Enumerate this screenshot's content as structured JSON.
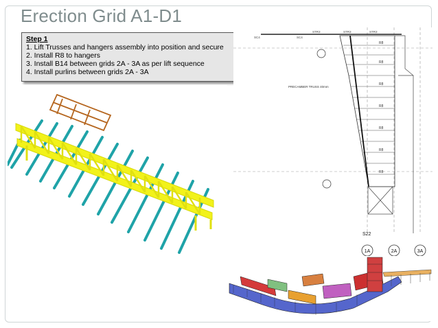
{
  "slide": {
    "title": "Erection Grid A1-D1"
  },
  "step_box": {
    "heading": "Step 1",
    "items": [
      "1.  Lift Trusses and hangers assembly into position and secure",
      "2.  Install R8 to hangers",
      "3.  Install B14 between grids 2A - 3A as per lift sequence",
      "4.  Install purlins between grids 2A - 3A"
    ]
  },
  "drawing": {
    "truss_note": "PRECAMBER TRUSS 40mm",
    "section_label": "S22",
    "grid_labels": [
      "1A",
      "2A",
      "3A"
    ],
    "member_label": "R8",
    "top_labels": [
      "STR3",
      "STR3",
      "STR3"
    ],
    "side_labels": [
      "SC4",
      "SC4"
    ]
  },
  "colors": {
    "title": "#7f8c8d",
    "truss_yellow": "#f2f21a",
    "purlin_teal": "#1fa3a8",
    "hanger_brown": "#b5651d"
  }
}
